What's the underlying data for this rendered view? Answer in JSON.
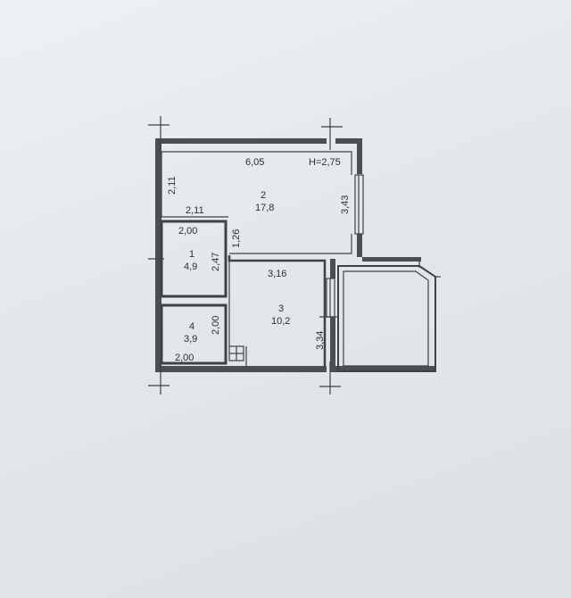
{
  "plan": {
    "ceiling_height": "H=2,75",
    "rooms": [
      {
        "number": "2",
        "area": "17,8"
      },
      {
        "number": "1",
        "area": "4,9"
      },
      {
        "number": "3",
        "area": "10,2"
      },
      {
        "number": "4",
        "area": "3,9"
      }
    ],
    "dimensions": {
      "top_width": "6,05",
      "left_upper": "2,11",
      "mid_width": "2,11",
      "right_upper": "3,43",
      "wc_width": "2,00",
      "wc_height": "2,47",
      "passage": "1,26",
      "kitchen_width": "3,16",
      "kitchen_height": "3,34",
      "bath_width": "2,00",
      "bath_height": "2,00"
    }
  },
  "colors": {
    "ink": "#3d4247",
    "paper": "#e6e9ec"
  }
}
